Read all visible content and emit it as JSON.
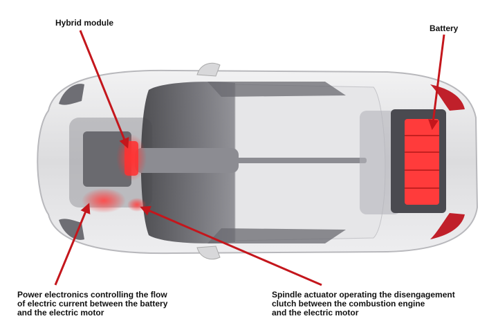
{
  "labels": {
    "hybrid_module": "Hybrid module",
    "battery": "Battery",
    "power_electronics": [
      "Power electronics controlling the flow",
      "of electric current between the battery",
      "and the electric motor"
    ],
    "spindle_actuator": [
      "Spindle actuator operating the disengagement",
      "clutch between the combustion engine",
      "and the electric motor"
    ]
  },
  "colors": {
    "arrow": "#c4161c",
    "highlight": "#ff2a2a",
    "body": "#e4e4e6",
    "glass": "#5a5a5e",
    "text": "#111111"
  }
}
